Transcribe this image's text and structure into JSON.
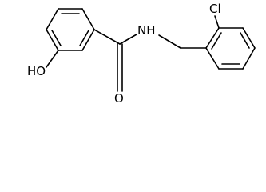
{
  "molecule": {
    "atoms": {
      "chloro": "Cl",
      "hydroxyl": "HO",
      "amide_n": "NH",
      "carbonyl_o": "O"
    },
    "colors": {
      "bond": "#000000",
      "label": "#000000",
      "background": "#ffffff"
    }
  }
}
